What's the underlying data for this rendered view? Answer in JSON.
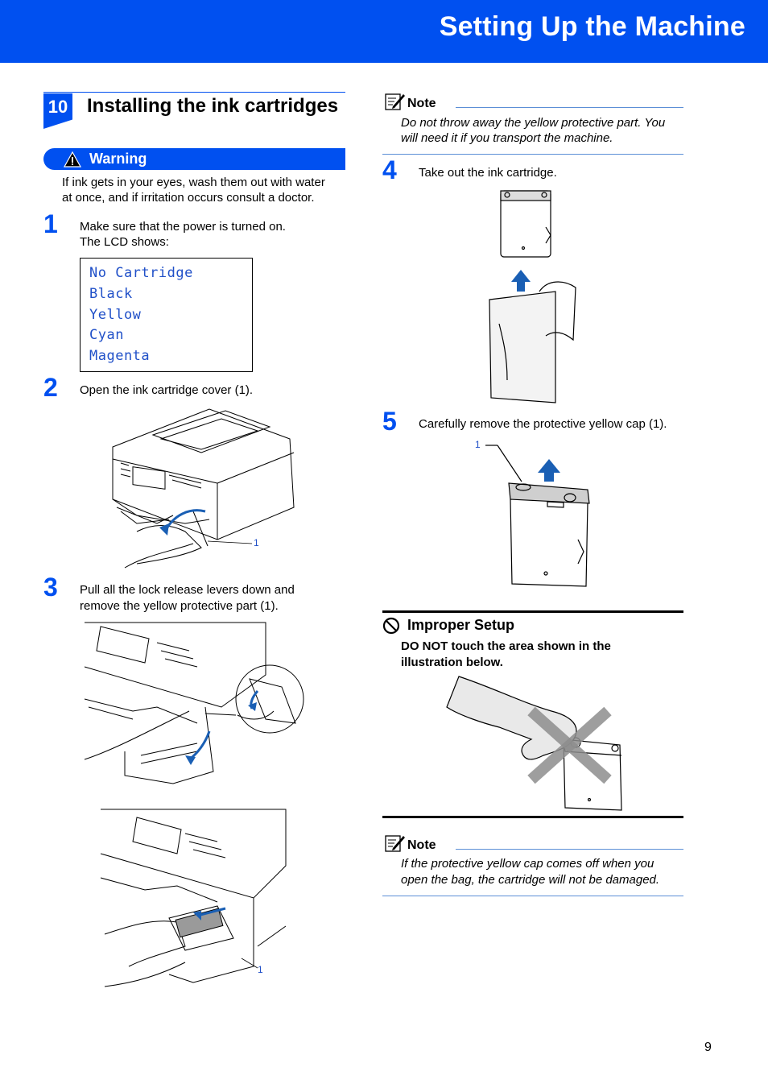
{
  "header": {
    "title": "Setting Up the Machine"
  },
  "section": {
    "number": "10",
    "title": "Installing the ink cartridges"
  },
  "warning": {
    "label": "Warning",
    "text_line1": "If ink gets in your eyes, wash them out with water",
    "text_line2": "at once, and if irritation occurs consult a doctor."
  },
  "steps": [
    {
      "num": "1",
      "line1": "Make sure that the power is turned on.",
      "line2": "The LCD shows:"
    },
    {
      "num": "2",
      "line1": "Open the ink cartridge cover (1)."
    },
    {
      "num": "3",
      "line1": "Pull all the lock release levers down and",
      "line2": "remove the yellow protective part (1)."
    },
    {
      "num": "4",
      "line1": "Take out the ink cartridge."
    },
    {
      "num": "5",
      "line1": "Carefully remove the protective yellow cap (1)."
    }
  ],
  "lcd": {
    "lines": [
      "No Cartridge",
      "Black",
      "Yellow",
      "Cyan",
      "Magenta"
    ]
  },
  "callouts": {
    "step2": "1",
    "step3": "1",
    "step5": "1"
  },
  "note1": {
    "label": "Note",
    "line1": "Do not throw away the yellow protective part. You",
    "line2": "will need it if you transport the machine."
  },
  "improper": {
    "label": "Improper Setup",
    "line1": "DO NOT touch the area shown in the",
    "line2": "illustration below."
  },
  "note2": {
    "label": "Note",
    "line1": "If the protective yellow cap comes off when you",
    "line2": "open the bag, the cartridge will not be damaged."
  },
  "footer": {
    "page_number": "9"
  },
  "colors": {
    "brand_blue": "#0050f0",
    "lcd_text": "#2050c8",
    "rule_blue": "#5c8fd6"
  },
  "icons": [
    "warning-triangle-icon",
    "note-pencil-icon",
    "prohibited-icon",
    "arrow-up-icon",
    "curved-arrow-icon"
  ]
}
